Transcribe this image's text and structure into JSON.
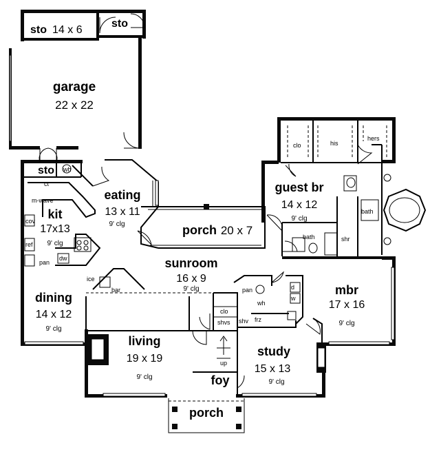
{
  "rooms": {
    "sto_top": {
      "name": "sto",
      "dims": "14 x 6"
    },
    "sto_right": {
      "name": "sto"
    },
    "garage": {
      "name": "garage",
      "dims": "22 x 22"
    },
    "sto_wh": {
      "name": "sto",
      "fixture": "wh"
    },
    "eating": {
      "name": "eating",
      "dims": "13 x 11",
      "ceiling": "9' clg"
    },
    "kit": {
      "name": "kit",
      "dims": "17x13",
      "ceiling": "9' clg"
    },
    "porch_mid": {
      "name": "porch",
      "dims": "20 x 7"
    },
    "guest_br": {
      "name": "guest br",
      "dims": "14 x 12",
      "ceiling": "9' clg"
    },
    "sunroom": {
      "name": "sunroom",
      "dims": "16 x 9",
      "ceiling": "9' clg"
    },
    "mbr": {
      "name": "mbr",
      "dims": "17 x 16",
      "ceiling": "9' clg"
    },
    "dining": {
      "name": "dining",
      "dims": "14 x 12",
      "ceiling": "9' clg"
    },
    "living": {
      "name": "living",
      "dims": "19 x 19",
      "ceiling": "9' clg"
    },
    "study": {
      "name": "study",
      "dims": "15 x 13",
      "ceiling": "9' clg"
    },
    "foy": {
      "name": "foy"
    },
    "porch_front": {
      "name": "porch"
    }
  },
  "labels": {
    "clo": "clo",
    "his": "his",
    "hers": "hers",
    "bath": "bath",
    "shr": "shr",
    "ct": "ct",
    "mwave": "m-wave",
    "cov": "cov",
    "ref": "ref",
    "pan": "pan",
    "dw": "dw",
    "ice": "ice",
    "bar": "bar",
    "wh": "wh",
    "d": "d",
    "w": "w",
    "shv": "shv",
    "shvs": "shvs",
    "frz": "frz",
    "up": "up"
  }
}
